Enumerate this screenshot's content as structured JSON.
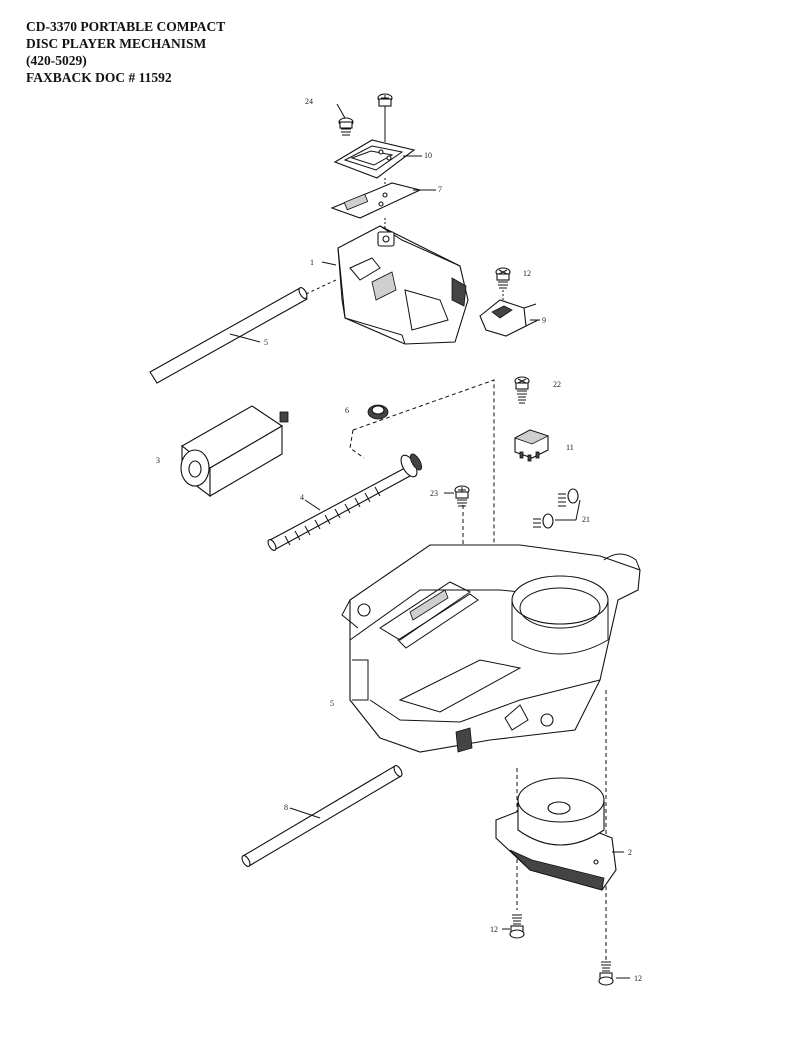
{
  "header": {
    "line1": "CD-3370 PORTABLE COMPACT",
    "line2": "DISC PLAYER MECHANISM",
    "line3": "(420-5029)",
    "line4": "FAXBACK DOC # 11592"
  },
  "callouts": {
    "c24": "24",
    "c10": "10",
    "c7": "7",
    "c1": "1",
    "c12a": "12",
    "c9": "9",
    "c5a": "5",
    "c22": "22",
    "c6": "6",
    "c3": "3",
    "c11": "11",
    "c4": "4",
    "c23": "23",
    "c21": "21",
    "c5b": "5",
    "c8": "8",
    "c2": "2",
    "c12b": "12",
    "c12c": "12"
  }
}
